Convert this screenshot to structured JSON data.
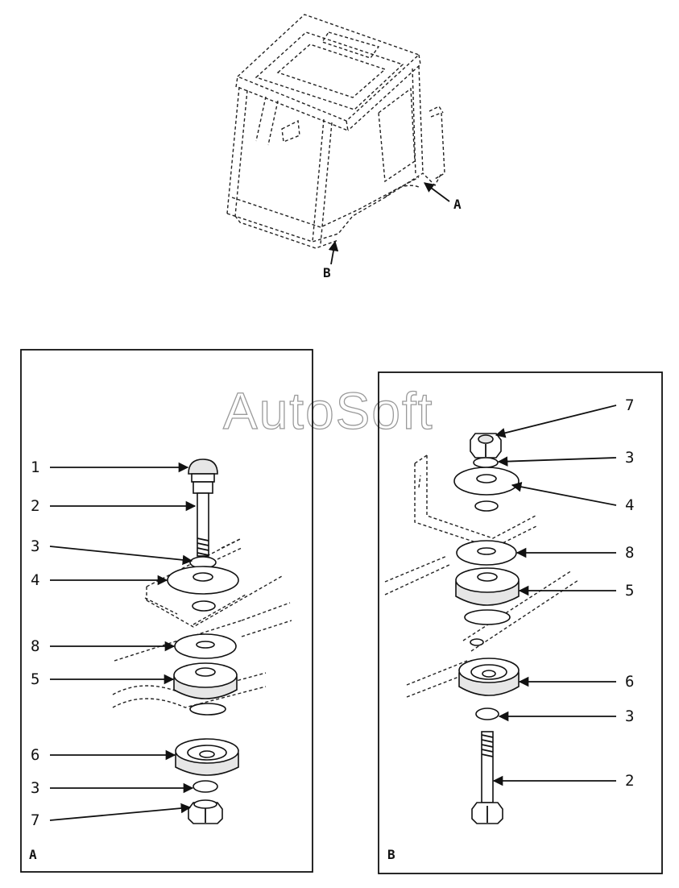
{
  "watermark": "AutoSoft",
  "cab": {
    "marker_a": "A",
    "marker_b": "B"
  },
  "panel_a": {
    "corner_label": "A",
    "callouts": [
      {
        "label": "1",
        "part": "cap"
      },
      {
        "label": "2",
        "part": "bolt"
      },
      {
        "label": "3",
        "part": "lock-washer"
      },
      {
        "label": "4",
        "part": "large-washer"
      },
      {
        "label": "8",
        "part": "washer"
      },
      {
        "label": "5",
        "part": "upper-isolator"
      },
      {
        "label": "6",
        "part": "lower-isolator"
      },
      {
        "label": "3",
        "part": "lock-washer"
      },
      {
        "label": "7",
        "part": "nut"
      }
    ]
  },
  "panel_b": {
    "corner_label": "B",
    "callouts": [
      {
        "label": "7",
        "part": "nut"
      },
      {
        "label": "3",
        "part": "lock-washer"
      },
      {
        "label": "4",
        "part": "large-washer"
      },
      {
        "label": "8",
        "part": "washer"
      },
      {
        "label": "5",
        "part": "upper-isolator"
      },
      {
        "label": "6",
        "part": "lower-isolator"
      },
      {
        "label": "3",
        "part": "lock-washer"
      },
      {
        "label": "2",
        "part": "bolt"
      }
    ]
  }
}
